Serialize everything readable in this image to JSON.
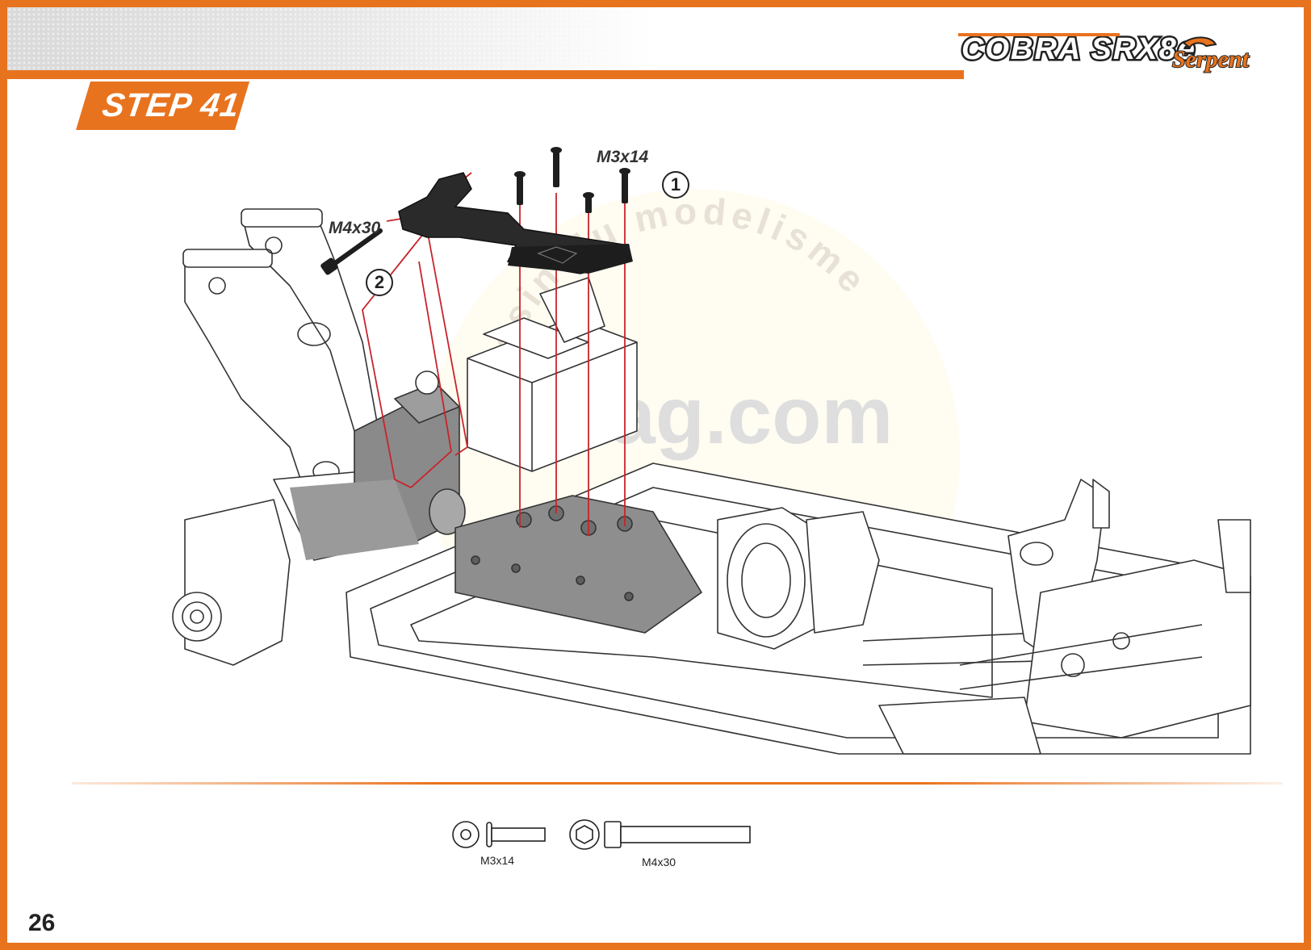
{
  "header": {
    "step_label": "STEP 41",
    "brand_logo_text": "COBRA SRX8e",
    "brand_company_text": "Serpent"
  },
  "watermark": {
    "arc_text": "magasin du modelisme",
    "domain_text": "cmag.com"
  },
  "diagram": {
    "callouts": [
      {
        "id": "1",
        "label": "M3x14"
      },
      {
        "id": "2",
        "label": "M4x30"
      }
    ]
  },
  "parts": {
    "items": [
      {
        "label": "M3x14"
      },
      {
        "label": "M4x30"
      }
    ]
  },
  "footer": {
    "page_number": "26"
  },
  "colors": {
    "accent": "#e8731e",
    "line_art": "#333333",
    "assembly_red": "#c8242b",
    "part_dark": "#2a2a2a"
  }
}
